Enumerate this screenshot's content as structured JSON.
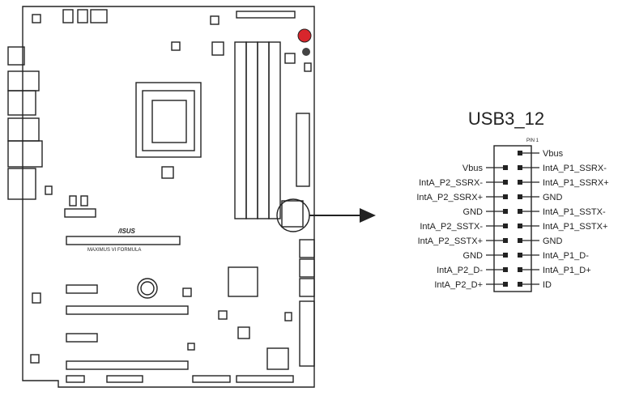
{
  "header": {
    "title": "USB3_12"
  },
  "board": {
    "brand": "/ISUS",
    "model": "MAXIMUS VI FORMULA"
  },
  "connector": {
    "pin1_label": "PIN 1",
    "left_pins": [
      "",
      "Vbus",
      "IntA_P2_SSRX-",
      "IntA_P2_SSRX+",
      "GND",
      "IntA_P2_SSTX-",
      "IntA_P2_SSTX+",
      "GND",
      "IntA_P2_D-",
      "IntA_P2_D+"
    ],
    "right_pins": [
      "Vbus",
      "IntA_P1_SSRX-",
      "IntA_P1_SSRX+",
      "GND",
      "IntA_P1_SSTX-",
      "IntA_P1_SSTX+",
      "GND",
      "IntA_P1_D-",
      "IntA_P1_D+",
      "ID"
    ]
  },
  "colors": {
    "line": "#222222",
    "accent_red": "#d8262c"
  }
}
